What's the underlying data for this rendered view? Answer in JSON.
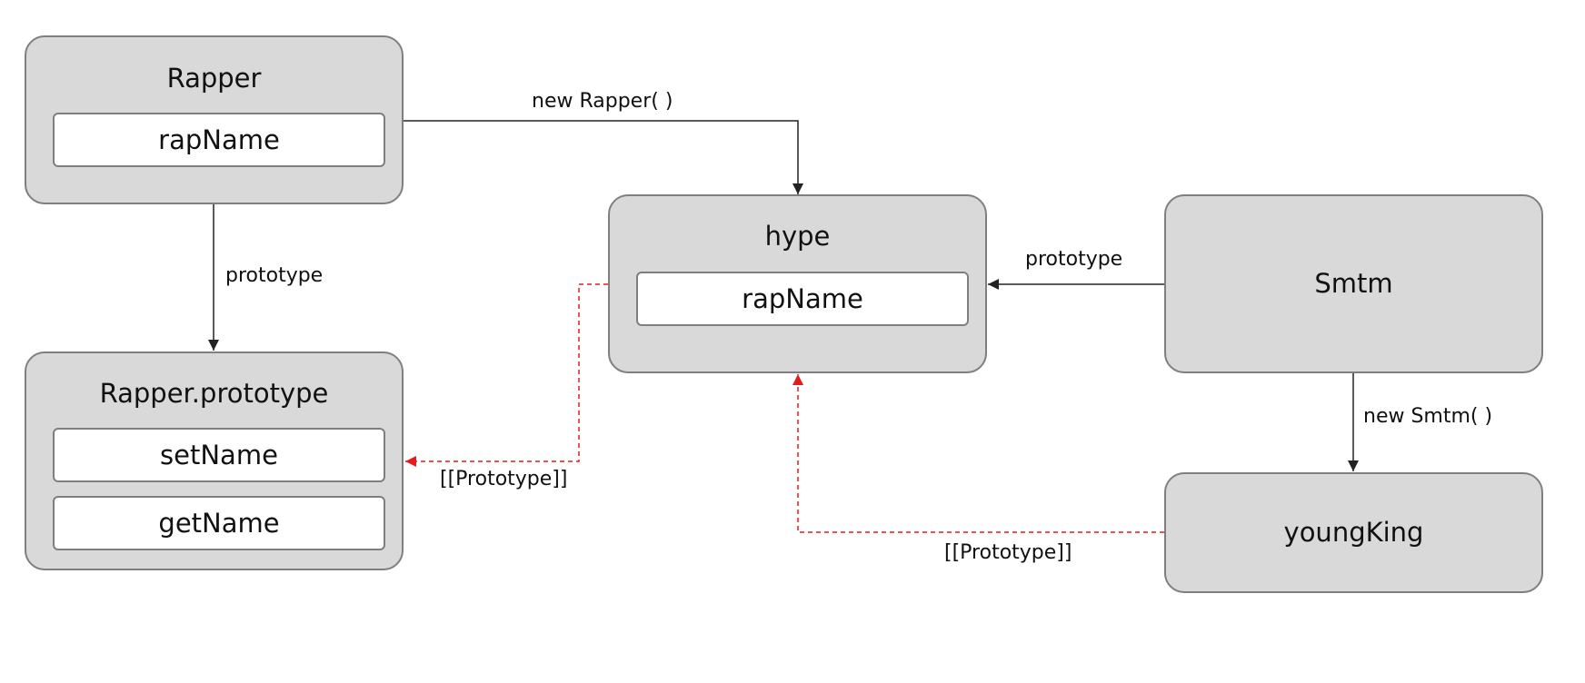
{
  "nodes": {
    "rapper": {
      "title": "Rapper",
      "props": [
        "rapName"
      ]
    },
    "rapper_prototype": {
      "title": "Rapper.prototype",
      "props": [
        "setName",
        "getName"
      ]
    },
    "hype": {
      "title": "hype",
      "props": [
        "rapName"
      ]
    },
    "smtm": {
      "title": "Smtm",
      "props": []
    },
    "young_king": {
      "title": "youngKing",
      "props": []
    }
  },
  "edges": {
    "rapper_to_hype": {
      "label": "new Rapper( )",
      "style": "solid"
    },
    "rapper_to_prototype": {
      "label": "prototype",
      "style": "solid"
    },
    "smtm_to_hype": {
      "label": "prototype",
      "style": "solid"
    },
    "smtm_to_young_king": {
      "label": "new Smtm( )",
      "style": "solid"
    },
    "hype_to_rapper_prototype": {
      "label": "[[Prototype]]",
      "style": "dashed"
    },
    "young_king_to_hype": {
      "label": "[[Prototype]]",
      "style": "dashed"
    }
  },
  "colors": {
    "node_fill": "#d9d9d9",
    "node_border": "#7f7f7f",
    "solid_edge": "#222222",
    "prototype_link": "#e31b1b"
  }
}
